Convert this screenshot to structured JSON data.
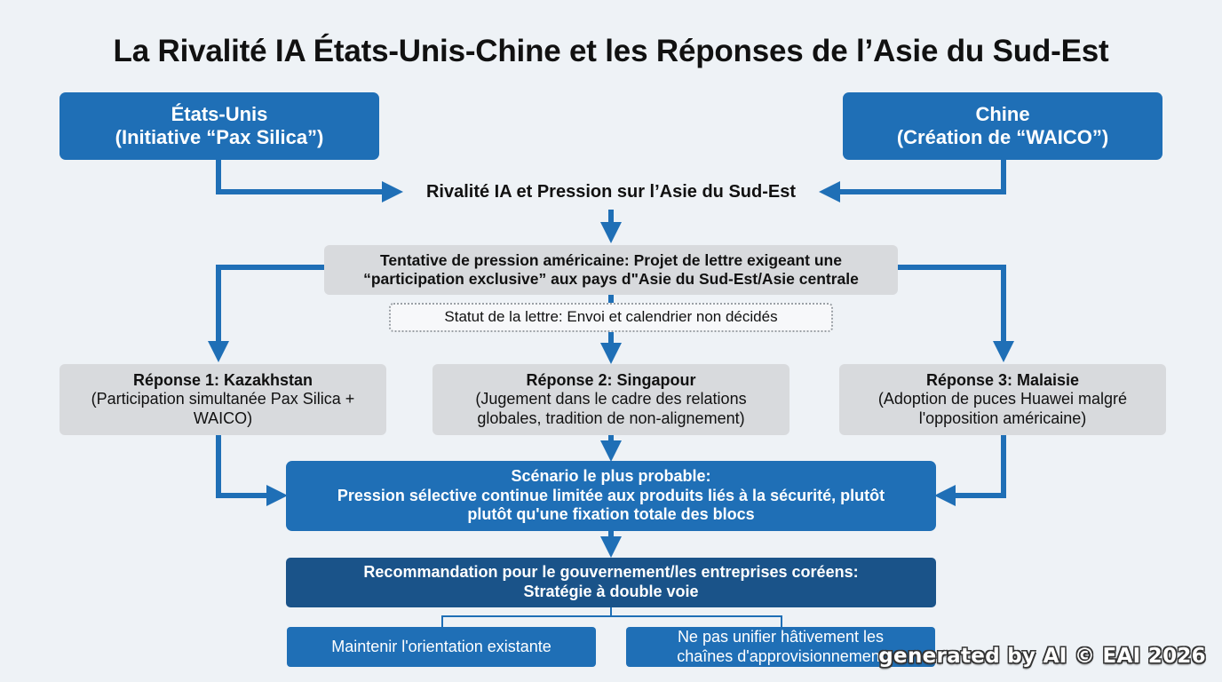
{
  "title": "La Rivalité IA États-Unis-Chine et les Réponses de l’Asie du Sud-Est",
  "usa": {
    "line1": "États-Unis",
    "line2": "(Initiative “Pax Silica”)"
  },
  "china": {
    "line1": "Chine",
    "line2": "(Création de “WAICO”)"
  },
  "rivalry": "Rivalité IA et Pression sur l’Asie du Sud-Est",
  "pressure": {
    "line1": "Tentative de pression américaine: Projet de lettre exigeant une",
    "line2": "“participation exclusive” aux pays d\"Asie du Sud-Est/Asie centrale"
  },
  "letter_status": "Statut de la lettre: Envoi et calendrier non décidés",
  "responses": [
    {
      "title": "Réponse 1: Kazakhstan",
      "line1": "(Participation simultanée Pax Silica +",
      "line2": "WAICO)"
    },
    {
      "title": "Réponse 2: Singapour",
      "line1": "(Jugement dans le cadre des relations",
      "line2": "globales, tradition de non-alignement)"
    },
    {
      "title": "Réponse 3: Malaisie",
      "line1": "(Adoption de puces Huawei malgré",
      "line2": "l'opposition américaine)"
    }
  ],
  "scenario": {
    "line1": "Scénario le plus probable:",
    "line2": "Pression sélective continue limitée aux produits liés à la sécurité, plutôt",
    "line3": "plutôt qu'une fixation totale des blocs"
  },
  "recommendation": {
    "line1": "Recommandation pour le gouvernement/les entreprises coréens:",
    "line2": "Stratégie à double voie"
  },
  "options": [
    {
      "label": "Maintenir l'orientation existante"
    },
    {
      "line1": "Ne pas unifier hâtivement les",
      "line2": "chaînes d'approvisionnement"
    }
  ],
  "watermark": "generated by AI © EAI 2026",
  "colors": {
    "blue": "#1f6fb6",
    "navy": "#1a5389",
    "grey": "#d8dadd",
    "arrow": "#1f6fb6"
  }
}
